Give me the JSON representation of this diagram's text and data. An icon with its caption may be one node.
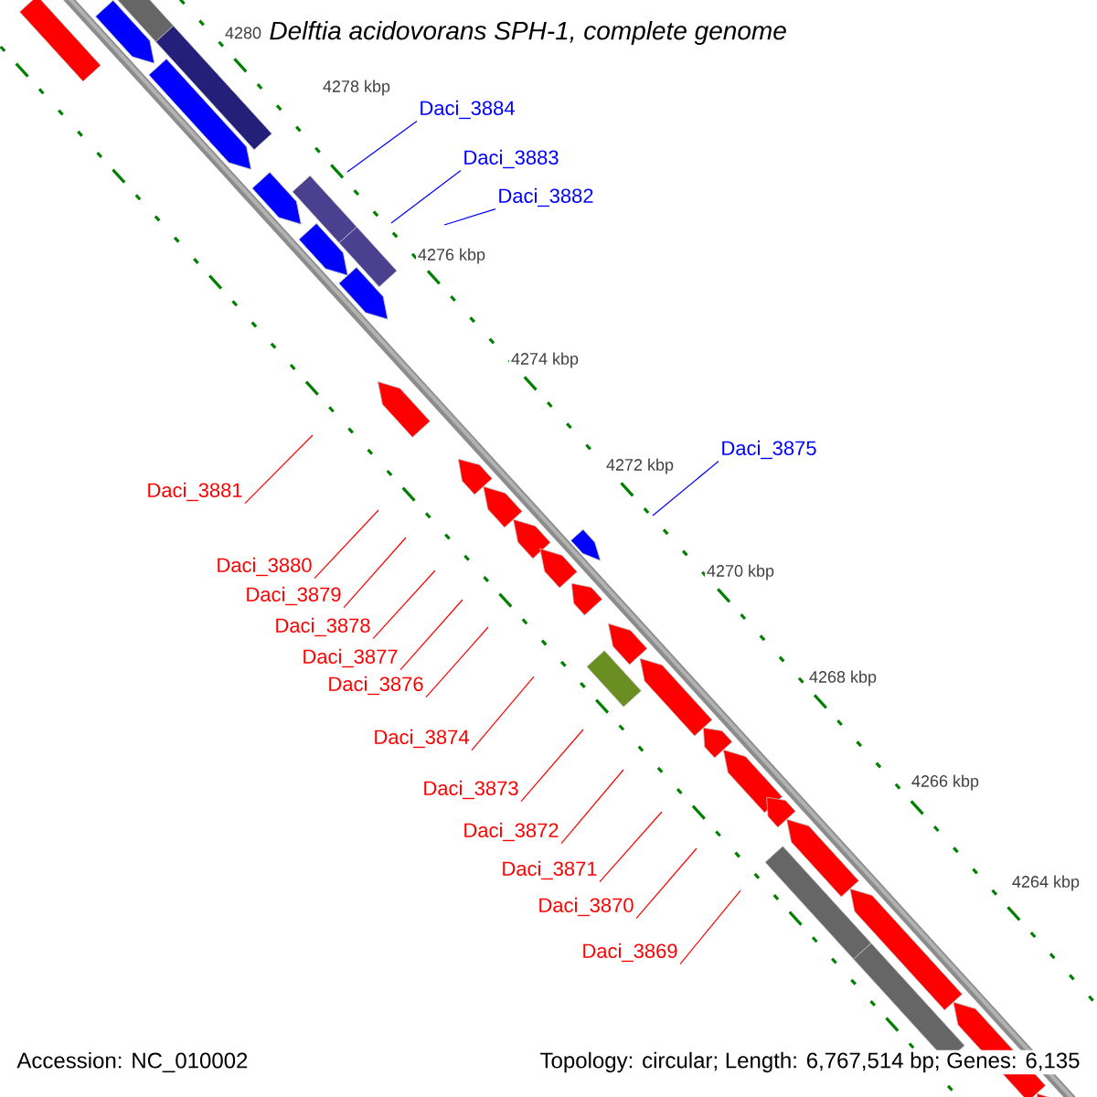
{
  "diagram": {
    "title": "Delftia acidovorans SPH-1, complete genome",
    "nodes": [
      {
        "text": [
          "Daci_3884"
        ]
      },
      {
        "text": [
          "Daci_3883"
        ]
      },
      {
        "text": [
          "Daci_3882"
        ]
      },
      {
        "text": [
          "Daci_3875"
        ]
      },
      {
        "text": [
          "Daci_3881"
        ]
      },
      {
        "text": [
          "Daci_3880"
        ]
      },
      {
        "text": [
          "Daci_3879"
        ]
      },
      {
        "text": [
          "Daci_3878"
        ]
      },
      {
        "text": [
          "Daci_3877"
        ]
      },
      {
        "text": [
          "Daci_3876"
        ]
      },
      {
        "text": [
          "Daci_3874"
        ]
      },
      {
        "text": [
          "Daci_3873"
        ]
      },
      {
        "text": [
          "Daci_3872"
        ]
      },
      {
        "text": [
          "Daci_3871"
        ]
      },
      {
        "text": [
          "Daci_3870"
        ]
      },
      {
        "text": [
          "Daci_3869"
        ]
      }
    ],
    "edges": [
      {
        "from": 0,
        "to": null,
        "arrow": "none",
        "color": "#0000ff"
      },
      {
        "from": 1,
        "to": null,
        "arrow": "none",
        "color": "#0000ff"
      },
      {
        "from": 2,
        "to": null,
        "arrow": "none",
        "color": "#0000ff"
      },
      {
        "from": 3,
        "to": null,
        "arrow": "none",
        "color": "#0000ff"
      },
      {
        "from": 4,
        "to": null,
        "arrow": "none"
      },
      {
        "from": 5,
        "to": null,
        "arrow": "none"
      },
      {
        "from": 6,
        "to": null,
        "arrow": "none"
      },
      {
        "from": 7,
        "to": null,
        "arrow": "none"
      },
      {
        "from": 8,
        "to": null,
        "arrow": "none"
      },
      {
        "from": 9,
        "to": null,
        "arrow": "none"
      },
      {
        "from": 10,
        "to": null,
        "arrow": "none"
      },
      {
        "from": 11,
        "to": null,
        "arrow": "none"
      },
      {
        "from": 12,
        "to": null,
        "arrow": "none"
      },
      {
        "from": 13,
        "to": null,
        "arrow": "none"
      },
      {
        "from": 14,
        "to": null,
        "arrow": "none"
      },
      {
        "from": 15,
        "to": null,
        "arrow": "none"
      }
    ],
    "labels": [
      "4280",
      "4278 kbp",
      "4276 kbp",
      "4274 kbp",
      "4272 kbp",
      "4270 kbp",
      "4268 kbp",
      "4266 kbp",
      "4264 kbp",
      "Accession: NC_010002",
      "Topology: circular; Length: 6,767,514 bp; Genes: 6,135"
    ]
  }
}
